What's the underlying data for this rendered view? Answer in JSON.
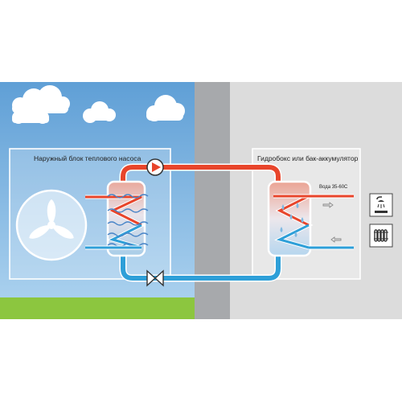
{
  "labels": {
    "outdoor_unit": "Наружный блок теплового насоса",
    "indoor_unit": "Гидробокс или бак-аккумулятор",
    "water_temp": "Вода 35-60С"
  },
  "icons": [
    "fan-icon",
    "circulation-pump-icon",
    "expansion-valve-icon",
    "shower-icon",
    "radiator-icon"
  ],
  "colors": {
    "sky": "#7fb6e2",
    "grass": "#8cc63f",
    "wall": "#a7a9ac",
    "indoor_background": "#dcdcdc",
    "hot_line": "#e8452b",
    "cold_line": "#2e9fd8"
  }
}
